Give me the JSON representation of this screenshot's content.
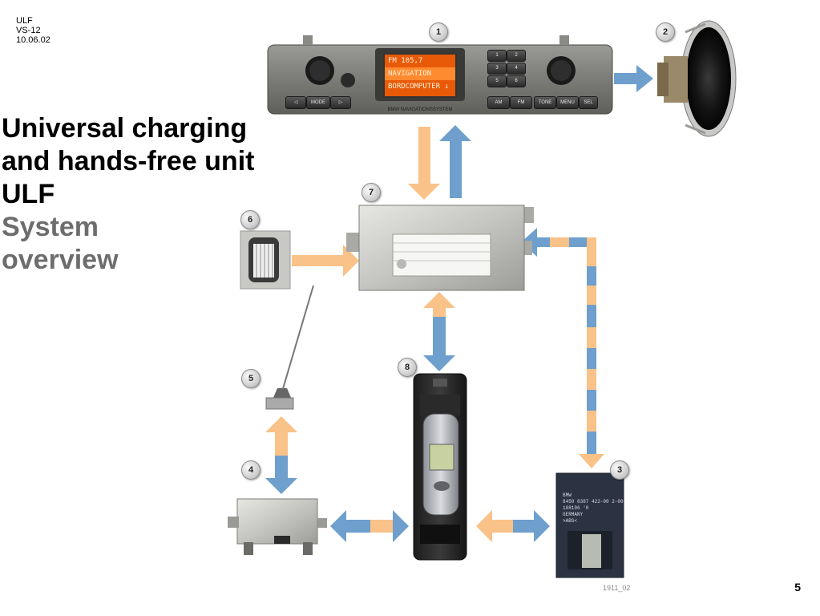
{
  "header": {
    "line1": "ULF",
    "line2": "VS-12",
    "line3": "10.06.02"
  },
  "title": {
    "line1": "Universal charging",
    "line2": "and hands-free unit",
    "line3": "ULF",
    "sub1": "System",
    "sub2": "overview"
  },
  "badges": {
    "b1": "1",
    "b2": "2",
    "b3": "3",
    "b4": "4",
    "b5": "5",
    "b6": "6",
    "b7": "7",
    "b8": "8"
  },
  "radio": {
    "display_line1": "FM 105,7",
    "display_line2": "NAVIGATION",
    "display_line3": "BORDCOMPUTER ↓",
    "brand": "BMW NAVIGATIONSSYSTEM",
    "mode": "MODE",
    "am": "AM",
    "fm": "FM",
    "tone": "TONE",
    "menu": "MENU",
    "sel": "SEL",
    "keys": [
      "1",
      "2",
      "3",
      "4",
      "5",
      "6"
    ]
  },
  "module3": {
    "l1": "BMW",
    "l2": "8450 8387 422-00  2-00",
    "l3": "108196   '0",
    "l4": "GERMANY",
    "l5": ">ABS<"
  },
  "page_number": "5",
  "photo_code": "1911_02",
  "colors": {
    "orange": "#f9c288",
    "blue": "#6e9fcd",
    "title": "#000000",
    "subtitle": "#6d6d6d"
  }
}
